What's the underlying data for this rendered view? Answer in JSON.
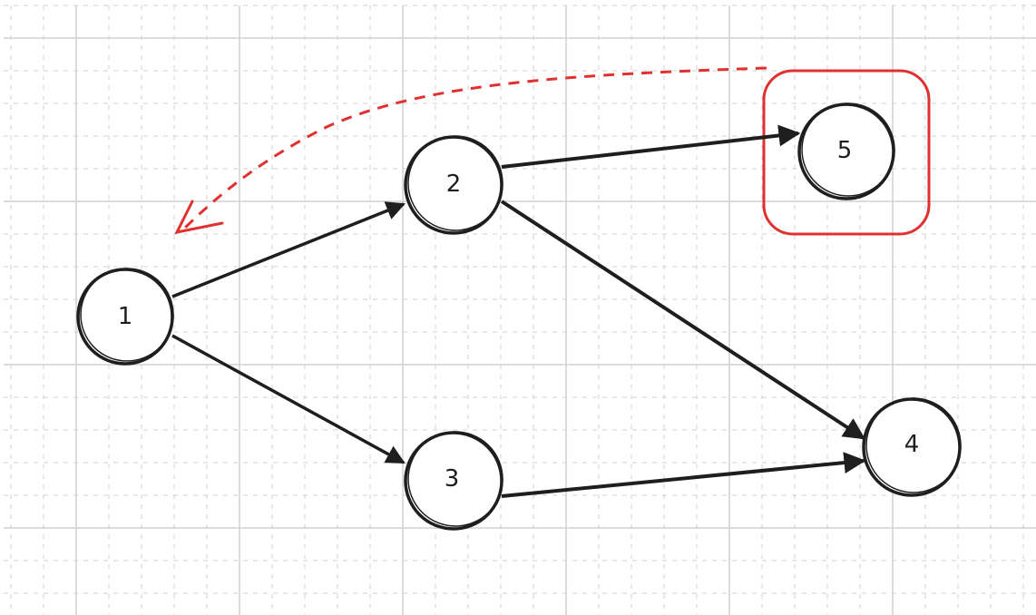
{
  "diagram": {
    "nodes": [
      {
        "id": "1",
        "label": "1"
      },
      {
        "id": "2",
        "label": "2"
      },
      {
        "id": "3",
        "label": "3"
      },
      {
        "id": "4",
        "label": "4"
      },
      {
        "id": "5",
        "label": "5"
      }
    ],
    "edges": [
      {
        "from": "1",
        "to": "2"
      },
      {
        "from": "1",
        "to": "3"
      },
      {
        "from": "2",
        "to": "5"
      },
      {
        "from": "2",
        "to": "4"
      },
      {
        "from": "3",
        "to": "4"
      }
    ],
    "highlight": {
      "node": "5",
      "color": "#e03131",
      "style": "rounded-box"
    },
    "back_edge": {
      "from": "5",
      "to": "1",
      "color": "#e03131",
      "style": "dashed"
    },
    "stroke_color": "#1e1e1e",
    "grid_color": "#d0d0d0"
  }
}
